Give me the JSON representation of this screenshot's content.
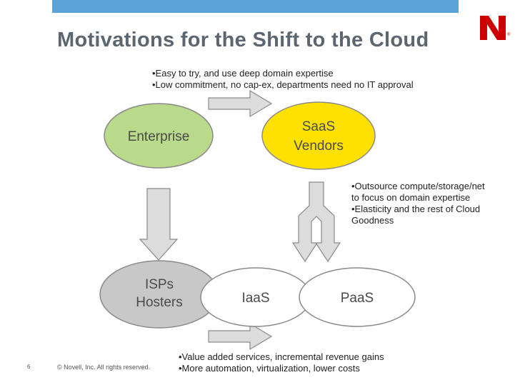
{
  "title": "Motivations for the Shift to the Cloud",
  "logo_letter": "N",
  "nodes": {
    "enterprise": "Enterprise",
    "saas_line1": "SaaS",
    "saas_line2": "Vendors",
    "isps_line1": "ISPs",
    "isps_line2": "Hosters",
    "iaas": "IaaS",
    "paas": "PaaS"
  },
  "notes": {
    "enterprise_to_saas": [
      "•Easy to try, and use deep domain expertise",
      "•Low commitment, no cap-ex, departments need no IT approval"
    ],
    "saas_to_paas": [
      "•Outsource compute/storage/net",
      "to focus on domain expertise",
      "•Elasticity and the rest of Cloud",
      "Goodness"
    ],
    "hosters_to_iaas": [
      "•Value added services, incremental revenue gains",
      "•More automation, virtualization, lower costs"
    ]
  },
  "footer": {
    "page_number": "6",
    "copyright": "©  Novell, Inc.  All rights reserved."
  },
  "colors": {
    "enterprise_fill": "#b9d98b",
    "saas_fill": "#ffe100",
    "isps_fill": "#c8c8c8",
    "iaas_fill": "#ffffff",
    "paas_fill": "#ffffff",
    "arrow_fill": "#dcdcdc",
    "topbar": "#5aa3d8",
    "logo": "#cc0000"
  }
}
